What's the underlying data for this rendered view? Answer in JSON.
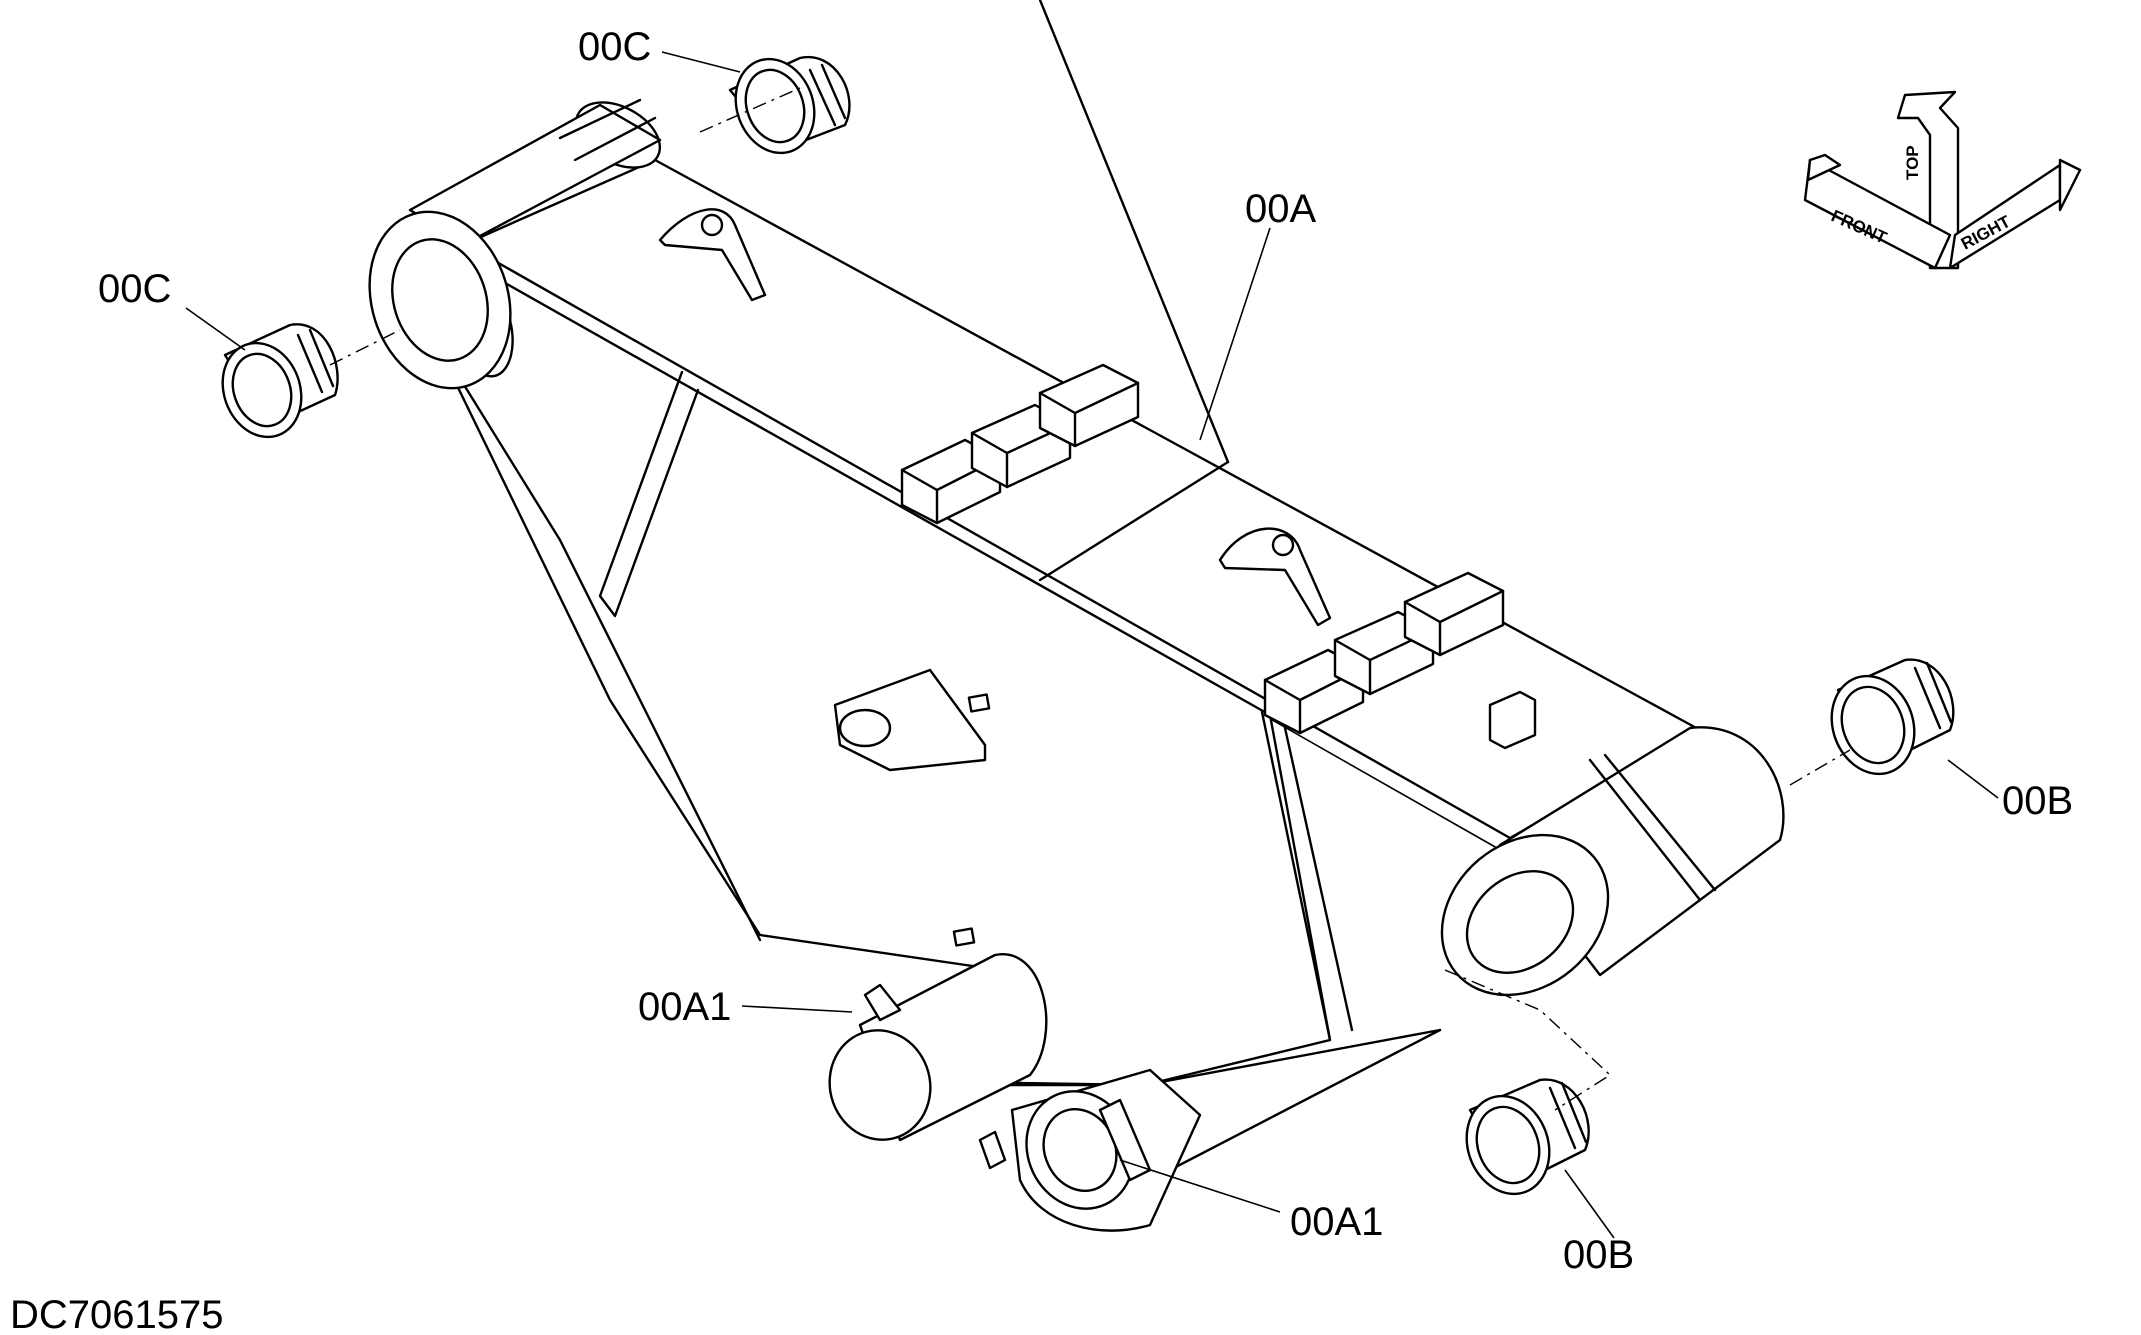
{
  "callouts": {
    "c_top": "00C",
    "c_left": "00C",
    "a_main": "00A",
    "b_right": "00B",
    "b_bottom": "00B",
    "a1_pin": "00A1",
    "a1_bracket": "00A1"
  },
  "orientation": {
    "front": "FRONT",
    "top": "TOP",
    "right": "RIGHT"
  },
  "drawing_number": "DC7061575",
  "icons": {
    "orientation_indicator": "3d-axis-arrows-icon"
  }
}
